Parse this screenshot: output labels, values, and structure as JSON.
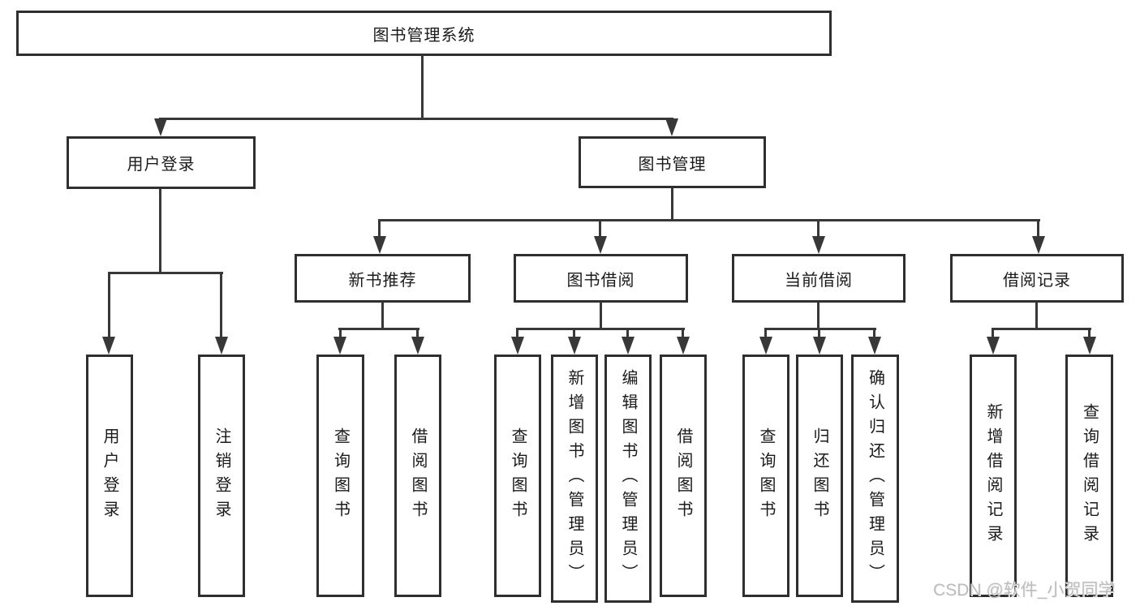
{
  "root": {
    "label": "图书管理系统"
  },
  "level2": {
    "user_login": "用户登录",
    "book_mgmt": "图书管理"
  },
  "level3": {
    "new_books": "新书推荐",
    "book_borrow": "图书借阅",
    "current_borrow": "当前借阅",
    "borrow_records": "借阅记录"
  },
  "level4": {
    "user_login": "用户登录",
    "logout": "注销登录",
    "nb_query": "查询图书",
    "nb_borrow": "借阅图书",
    "bb_query": "查询图书",
    "bb_add": "新增图书（管理员）",
    "bb_edit": "编辑图书（管理员）",
    "bb_borrow": "借阅图书",
    "cb_query": "查询图书",
    "cb_return": "归还图书",
    "cb_confirm": "确认归还（管理员）",
    "rec_add": "新增借阅记录",
    "rec_query": "查询借阅记录"
  },
  "watermark": "CSDN @软件_小贺同学",
  "colors": {
    "line": "#383838",
    "border": "#2f2f2f",
    "text": "#1a1a1a",
    "watermark": "#bdbdbd",
    "background": "#ffffff"
  }
}
